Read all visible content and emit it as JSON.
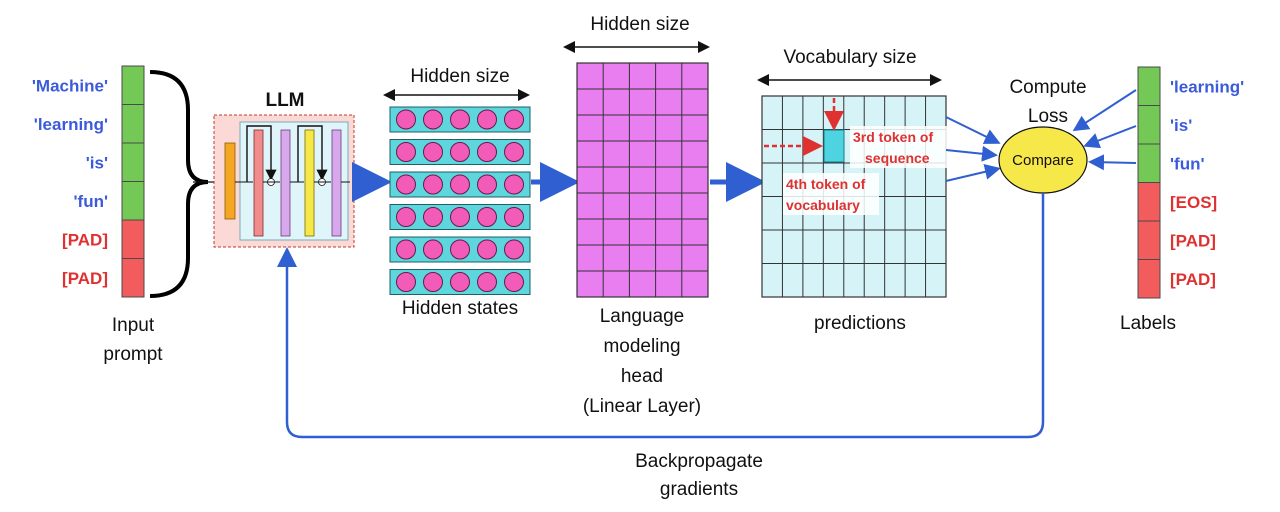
{
  "input": {
    "tokens": [
      {
        "text": "'Machine'",
        "kind": "word"
      },
      {
        "text": "'learning'",
        "kind": "word"
      },
      {
        "text": "'is'",
        "kind": "word"
      },
      {
        "text": "'fun'",
        "kind": "word"
      },
      {
        "text": "[PAD]",
        "kind": "pad"
      },
      {
        "text": "[PAD]",
        "kind": "pad"
      }
    ],
    "caption_line1": "Input",
    "caption_line2": "prompt"
  },
  "llm": {
    "title": "LLM"
  },
  "hidden_states": {
    "size_label": "Hidden size",
    "caption": "Hidden states"
  },
  "lm_head": {
    "size_label": "Hidden size",
    "caption_line1": "Language",
    "caption_line2": "modeling",
    "caption_line3": "head",
    "caption_line4": "(Linear Layer)"
  },
  "predictions": {
    "size_label": "Vocabulary size",
    "caption": "predictions",
    "annotation_seq_line1": "3rd token of",
    "annotation_seq_line2": "sequence",
    "annotation_vocab_line1": "4th token of",
    "annotation_vocab_line2": "vocabulary"
  },
  "loss": {
    "title_line1": "Compute",
    "title_line2": "Loss",
    "compare_label": "Compare"
  },
  "labels": {
    "tokens": [
      {
        "text": "'learning'",
        "kind": "word"
      },
      {
        "text": "'is'",
        "kind": "word"
      },
      {
        "text": "'fun'",
        "kind": "word"
      },
      {
        "text": "[EOS]",
        "kind": "pad"
      },
      {
        "text": "[PAD]",
        "kind": "pad"
      },
      {
        "text": "[PAD]",
        "kind": "pad"
      }
    ],
    "caption": "Labels"
  },
  "backprop": {
    "label_line1": "Backpropagate",
    "label_line2": "gradients"
  },
  "colors": {
    "word_cell": "#74c856",
    "pad_cell": "#f25c5c",
    "arrow_blue": "#2f5fd0",
    "hidden_fill": "#5ed6dd",
    "hidden_dot": "#f25cb8",
    "lm_head_fill": "#e97ef0",
    "pred_fill": "#d6f3f8",
    "highlight_cell": "#4dd4e0",
    "compare_fill": "#f7e84a"
  }
}
